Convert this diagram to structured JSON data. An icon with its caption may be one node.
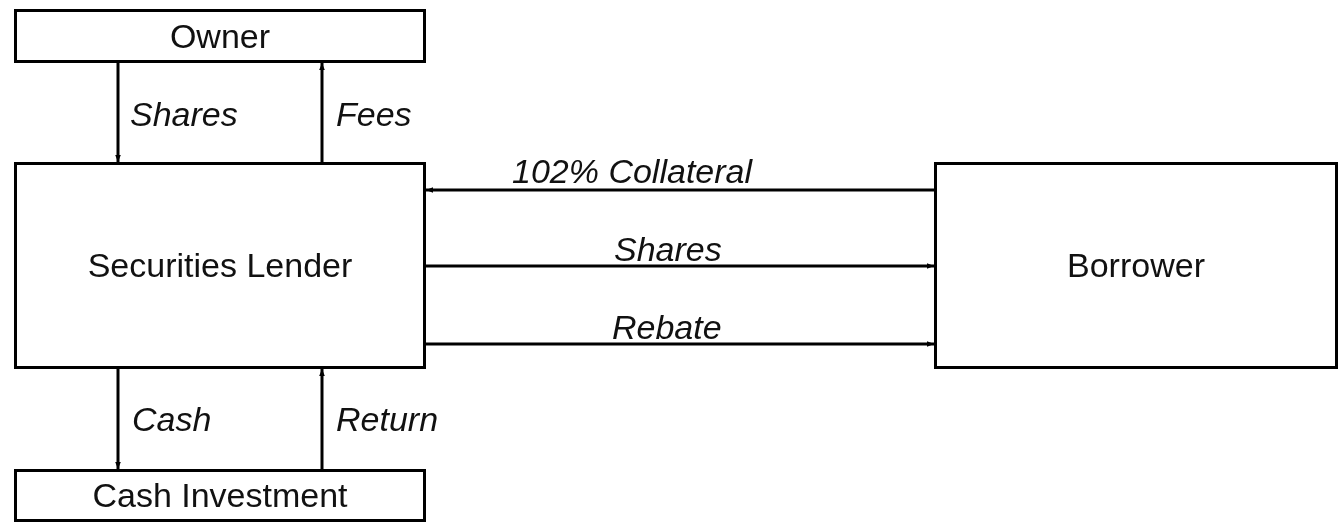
{
  "diagram": {
    "nodes": [
      {
        "text": [
          "Owner"
        ]
      },
      {
        "text": [
          "Securities Lender"
        ]
      },
      {
        "text": [
          "Borrower"
        ]
      },
      {
        "text": [
          "Cash Investment"
        ]
      }
    ],
    "edges": [
      {
        "from": 0,
        "to": 1,
        "arrow": "to",
        "label": "Shares"
      },
      {
        "from": 1,
        "to": 0,
        "arrow": "to",
        "label": "Fees"
      },
      {
        "from": 2,
        "to": 1,
        "arrow": "to",
        "label": "102% Collateral"
      },
      {
        "from": 1,
        "to": 2,
        "arrow": "to",
        "label": "Shares"
      },
      {
        "from": 1,
        "to": 2,
        "arrow": "to",
        "label": "Rebate"
      },
      {
        "from": 1,
        "to": 3,
        "arrow": "to",
        "label": "Cash"
      },
      {
        "from": 3,
        "to": 1,
        "arrow": "to",
        "label": "Return"
      }
    ]
  }
}
